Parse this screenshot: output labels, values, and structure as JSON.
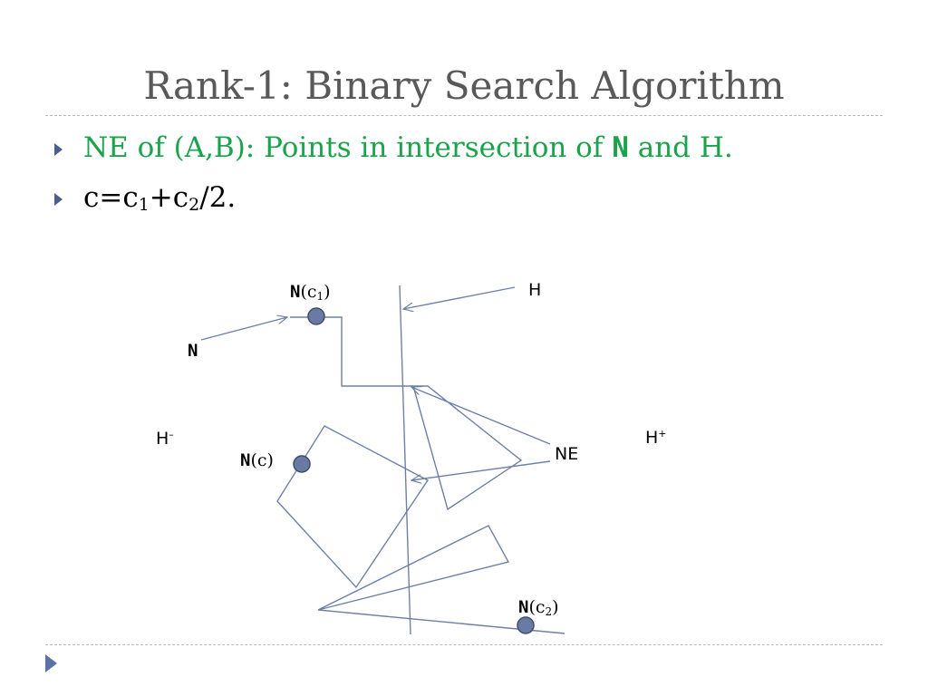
{
  "slide": {
    "title": "Rank-1: Binary Search Algorithm",
    "bullet1": {
      "prefix": "NE of (A,B): Points in intersection of ",
      "strong": "N",
      "suffix": " and H."
    },
    "bullet2": {
      "a": "c=c",
      "s1": "1",
      "b": "+c",
      "s2": "2",
      "c": "/2."
    }
  },
  "diagram": {
    "labels": {
      "n_c1": {
        "bold": "N",
        "open": "(c",
        "sub": "1",
        "close": ")"
      },
      "n": "N",
      "h": "H",
      "h_minus": {
        "base": "H",
        "sup": "–"
      },
      "h_plus": {
        "base": "H",
        "sup": "+"
      },
      "n_c": {
        "bold": "N",
        "rest": "(c)"
      },
      "ne": "NE",
      "n_c2": {
        "bold": "N",
        "open": "(c",
        "sub": "2",
        "close": ")"
      }
    },
    "colors": {
      "stroke": "#6f80a6",
      "point_fill": "#6a7aa3",
      "point_stroke": "#3e4c6e",
      "bullet1_text": "#1aa34a",
      "title_text": "#595959"
    }
  }
}
